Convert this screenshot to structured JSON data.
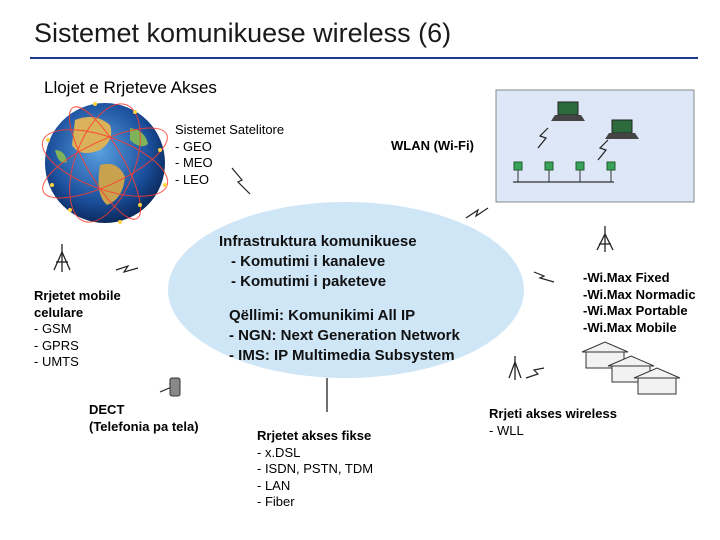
{
  "title": "Sistemet komunikuese wireless (6)",
  "subtitle": "Llojet e Rrjeteve Akses",
  "satellite": {
    "title": "Sistemet Satelitore",
    "items": [
      "- GEO",
      "- MEO",
      "- LEO"
    ]
  },
  "wlan": {
    "title": "WLAN (Wi-Fi)"
  },
  "core": {
    "title": "Infrastruktura komunikuese",
    "items": [
      "- Komutimi i kanaleve",
      "- Komutimi i paketeve"
    ],
    "goal_title": "Qëllimi: Komunikimi All IP",
    "goal_items": [
      "- NGN: Next Generation Network",
      "- IMS: IP Multimedia Subsystem"
    ]
  },
  "mobile": {
    "title_lines": [
      "Rrjetet mobile",
      "celulare"
    ],
    "items": [
      "- GSM",
      "- GPRS",
      "- UMTS"
    ]
  },
  "wimax": {
    "items": [
      "-Wi.Max Fixed",
      "-Wi.Max Normadic",
      "-Wi.Max Portable",
      "-Wi.Max Mobile"
    ]
  },
  "dect": {
    "title_lines": [
      "DECT",
      "(Telefonia pa tela)"
    ]
  },
  "fixed": {
    "title": "Rrjetet akses fikse",
    "items": [
      "- x.DSL",
      "- ISDN, PSTN, TDM",
      "- LAN",
      "- Fiber"
    ]
  },
  "wll": {
    "title": "Rrjeti akses wireless",
    "items": [
      "- WLL"
    ]
  },
  "colors": {
    "ellipse_fill": "#cfe6f7",
    "rule": "#1f3a8a",
    "wlan_box": "#dde7f7",
    "node_green": "#3aa35a"
  }
}
